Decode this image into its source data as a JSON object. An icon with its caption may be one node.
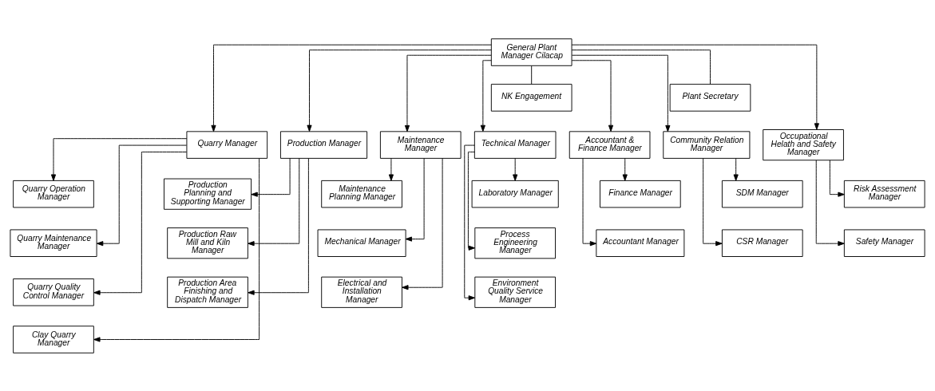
{
  "diagram": {
    "nodes": [
      {
        "text": [
          "General Plant Manager Cilacap"
        ]
      },
      {
        "text": [
          "NK Engagement"
        ]
      },
      {
        "text": [
          "Plant Secretary"
        ]
      },
      {
        "text": [
          "Quarry Manager"
        ]
      },
      {
        "text": [
          "Production Manager"
        ]
      },
      {
        "text": [
          "Maintenance Manager"
        ]
      },
      {
        "text": [
          "Technical Manager"
        ]
      },
      {
        "text": [
          "Accountant & Finance Manager"
        ]
      },
      {
        "text": [
          "Community Relation Manager"
        ]
      },
      {
        "text": [
          "Occupational Helath and Safety Manager"
        ]
      },
      {
        "text": [
          "Quarry Operation Manager"
        ]
      },
      {
        "text": [
          "Quarry Maintenance Manager"
        ]
      },
      {
        "text": [
          "Quarry Quality Control Manager"
        ]
      },
      {
        "text": [
          "Clay Quarry Manager"
        ]
      },
      {
        "text": [
          "Production Planning and Supporting Manager"
        ]
      },
      {
        "text": [
          "Production Raw Mill and Kiln Manager"
        ]
      },
      {
        "text": [
          "Production Area Finishing and Dispatch Manager"
        ]
      },
      {
        "text": [
          "Maintenance Planning Manager"
        ]
      },
      {
        "text": [
          "Mechanical Manager"
        ]
      },
      {
        "text": [
          "Electrical and Installation Manager"
        ]
      },
      {
        "text": [
          "Laboratory Manager"
        ]
      },
      {
        "text": [
          "Process Engineering Manager"
        ]
      },
      {
        "text": [
          "Environment Quality Service Manager"
        ]
      },
      {
        "text": [
          "Finance Manager"
        ]
      },
      {
        "text": [
          "Accountant Manager"
        ]
      },
      {
        "text": [
          "SDM Manager"
        ]
      },
      {
        "text": [
          "CSR Manager"
        ]
      },
      {
        "text": [
          "Risk Assessment Manager"
        ]
      },
      {
        "text": [
          "Safety Manager"
        ]
      }
    ],
    "edges": [
      {
        "from": 0,
        "to": 1,
        "arrow": "none"
      },
      {
        "from": 0,
        "to": 2,
        "arrow": "none"
      },
      {
        "from": 0,
        "to": 3,
        "arrow": "to"
      },
      {
        "from": 0,
        "to": 4,
        "arrow": "to"
      },
      {
        "from": 0,
        "to": 5,
        "arrow": "to"
      },
      {
        "from": 0,
        "to": 6,
        "arrow": "to"
      },
      {
        "from": 0,
        "to": 7,
        "arrow": "to"
      },
      {
        "from": 0,
        "to": 8,
        "arrow": "to"
      },
      {
        "from": 0,
        "to": 9,
        "arrow": "to"
      },
      {
        "from": 3,
        "to": 10,
        "arrow": "to"
      },
      {
        "from": 3,
        "to": 11,
        "arrow": "to"
      },
      {
        "from": 3,
        "to": 12,
        "arrow": "to"
      },
      {
        "from": 3,
        "to": 13,
        "arrow": "to"
      },
      {
        "from": 4,
        "to": 14,
        "arrow": "to"
      },
      {
        "from": 4,
        "to": 15,
        "arrow": "to"
      },
      {
        "from": 4,
        "to": 16,
        "arrow": "to"
      },
      {
        "from": 5,
        "to": 17,
        "arrow": "to"
      },
      {
        "from": 5,
        "to": 18,
        "arrow": "to"
      },
      {
        "from": 5,
        "to": 19,
        "arrow": "to"
      },
      {
        "from": 6,
        "to": 20,
        "arrow": "to"
      },
      {
        "from": 6,
        "to": 21,
        "arrow": "to"
      },
      {
        "from": 6,
        "to": 22,
        "arrow": "to"
      },
      {
        "from": 7,
        "to": 23,
        "arrow": "to"
      },
      {
        "from": 7,
        "to": 24,
        "arrow": "to"
      },
      {
        "from": 8,
        "to": 25,
        "arrow": "to"
      },
      {
        "from": 8,
        "to": 26,
        "arrow": "to"
      },
      {
        "from": 9,
        "to": 27,
        "arrow": "to"
      },
      {
        "from": 9,
        "to": 28,
        "arrow": "to"
      }
    ]
  }
}
